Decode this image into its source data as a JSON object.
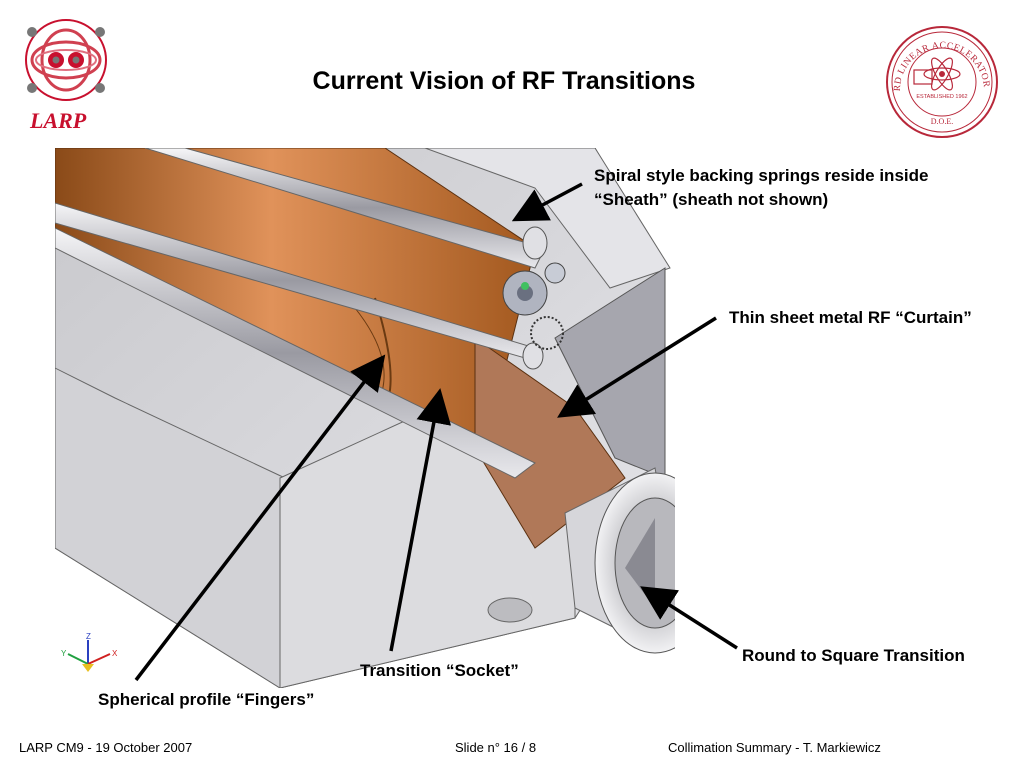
{
  "slide": {
    "title": "Current Vision of RF Transitions",
    "logo_left_text": "LARP",
    "seal": {
      "text_ring": "STANFORD LINEAR ACCELERATOR CENTER",
      "center": "ESTABLISHED 1962",
      "bottom": "D.O.E."
    }
  },
  "callouts": {
    "springs_line1": "Spiral style backing springs reside inside",
    "springs_line2": "“Sheath” (sheath not shown)",
    "curtain": "Thin sheet metal RF “Curtain”",
    "round_to_square": "Round to Square Transition",
    "socket": "Transition “Socket”",
    "fingers": "Spherical profile “Fingers”"
  },
  "axis_labels": {
    "z": "Z",
    "y": "Y",
    "x": "X"
  },
  "footer": {
    "left": "LARP CM9 -  19 October 2007",
    "center": "Slide n° 16 / 8",
    "right": "Collimation Summary -  T. Markiewicz"
  },
  "colors": {
    "accent_red": "#c8102e",
    "copper": "#c8702a",
    "steel": "#d8d8dc"
  }
}
